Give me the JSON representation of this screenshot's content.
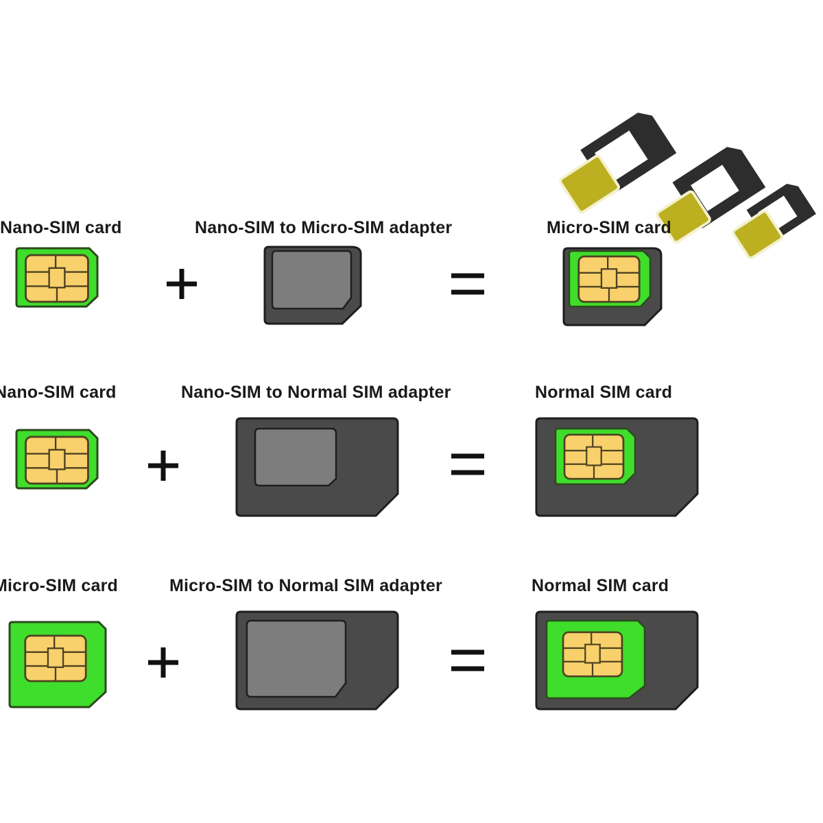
{
  "rows": [
    {
      "source": "Nano-SIM card",
      "adapter": "Nano-SIM to Micro-SIM adapter",
      "result": "Micro-SIM card"
    },
    {
      "source": "Nano-SIM card",
      "adapter": "Nano-SIM to Normal SIM adapter",
      "result": "Normal SIM card"
    },
    {
      "source": "Micro-SIM card",
      "adapter": "Micro-SIM to Normal SIM adapter",
      "result": "Normal SIM card"
    }
  ],
  "colors": {
    "sim_green": "#3fdd2c",
    "chip_gold": "#f8d06c",
    "adapter_dark": "#4a4a4a",
    "adapter_inner": "#7d7d7d"
  }
}
